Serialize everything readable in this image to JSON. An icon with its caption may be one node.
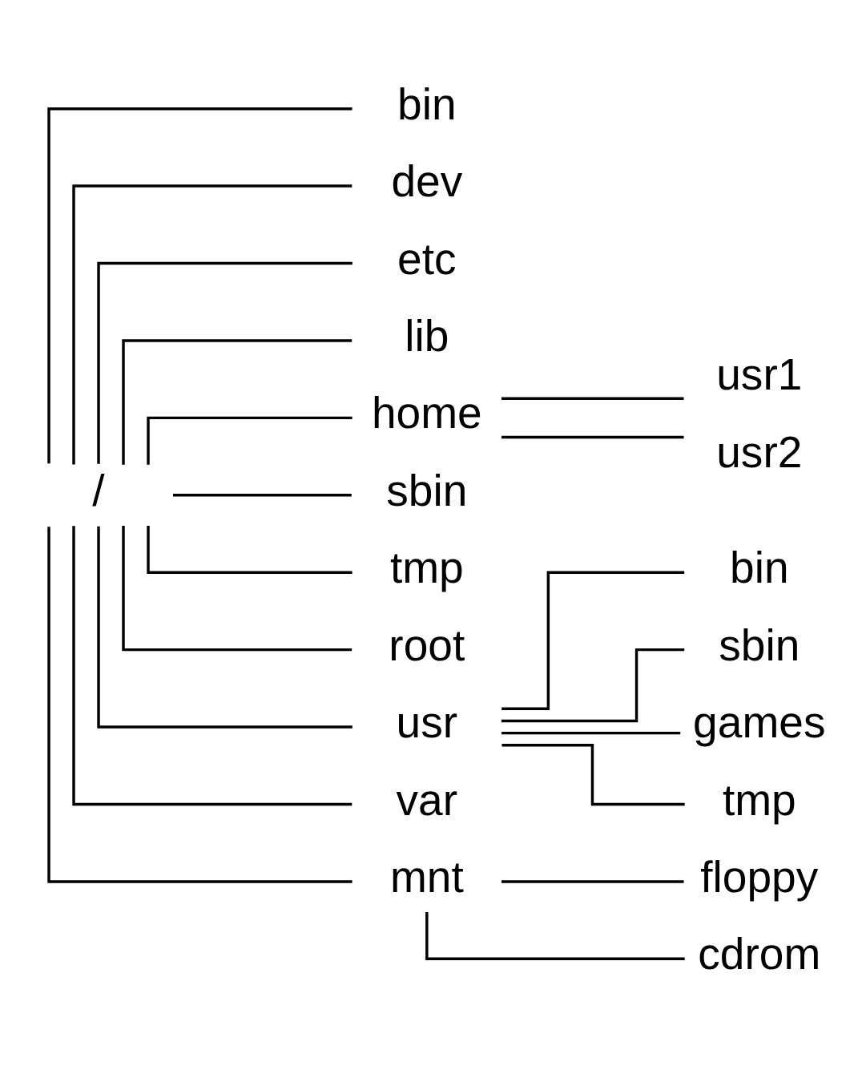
{
  "diagram": {
    "nodes": [
      {
        "text": [
          "/"
        ]
      },
      {
        "text": [
          "bin"
        ]
      },
      {
        "text": [
          "dev"
        ]
      },
      {
        "text": [
          "etc"
        ]
      },
      {
        "text": [
          "lib"
        ]
      },
      {
        "text": [
          "home"
        ]
      },
      {
        "text": [
          "usr1"
        ]
      },
      {
        "text": [
          "usr2"
        ]
      },
      {
        "text": [
          "sbin"
        ]
      },
      {
        "text": [
          "tmp"
        ]
      },
      {
        "text": [
          "root"
        ]
      },
      {
        "text": [
          "usr"
        ]
      },
      {
        "text": [
          "bin"
        ]
      },
      {
        "text": [
          "sbin"
        ]
      },
      {
        "text": [
          "games"
        ]
      },
      {
        "text": [
          "tmp"
        ]
      },
      {
        "text": [
          "var"
        ]
      },
      {
        "text": [
          "mnt"
        ]
      },
      {
        "text": [
          "floppy"
        ]
      },
      {
        "text": [
          "cdrom"
        ]
      }
    ],
    "edges": [
      {
        "from": 0,
        "to": 1,
        "arrow": "none"
      },
      {
        "from": 0,
        "to": 2,
        "arrow": "none"
      },
      {
        "from": 0,
        "to": 3,
        "arrow": "none"
      },
      {
        "from": 0,
        "to": 4,
        "arrow": "none"
      },
      {
        "from": 0,
        "to": 5,
        "arrow": "none"
      },
      {
        "from": 5,
        "to": 6,
        "arrow": "none"
      },
      {
        "from": 5,
        "to": 7,
        "arrow": "none"
      },
      {
        "from": 0,
        "to": 8,
        "arrow": "none"
      },
      {
        "from": 0,
        "to": 9,
        "arrow": "none"
      },
      {
        "from": 0,
        "to": 10,
        "arrow": "none"
      },
      {
        "from": 0,
        "to": 11,
        "arrow": "none"
      },
      {
        "from": 11,
        "to": 12,
        "arrow": "none"
      },
      {
        "from": 11,
        "to": 13,
        "arrow": "none"
      },
      {
        "from": 11,
        "to": 14,
        "arrow": "none"
      },
      {
        "from": 11,
        "to": 15,
        "arrow": "none"
      },
      {
        "from": 0,
        "to": 16,
        "arrow": "none"
      },
      {
        "from": 0,
        "to": 17,
        "arrow": "none"
      },
      {
        "from": 17,
        "to": 18,
        "arrow": "none"
      },
      {
        "from": 17,
        "to": 19,
        "arrow": "none"
      }
    ]
  }
}
